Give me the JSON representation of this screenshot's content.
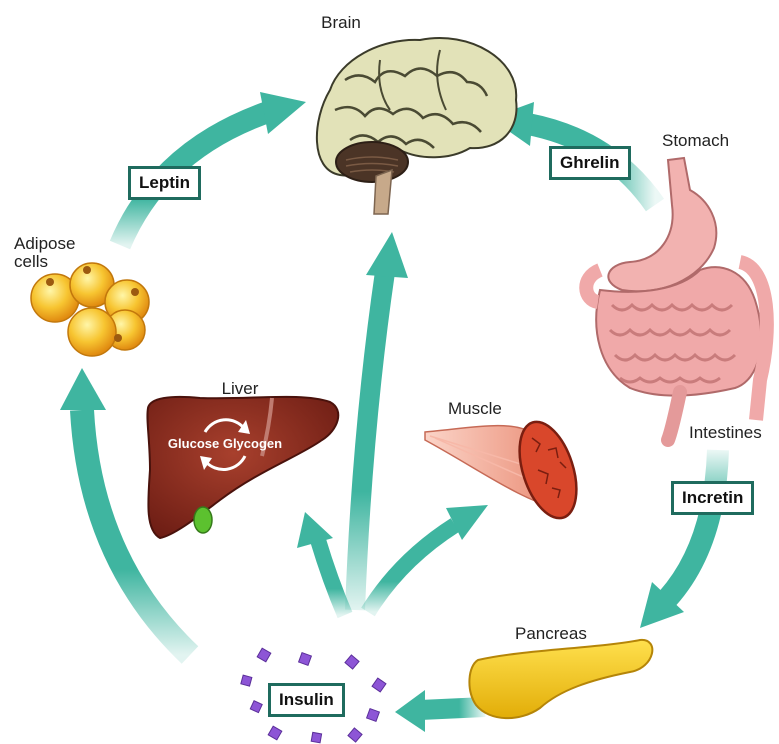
{
  "organs": {
    "brain": "Brain",
    "stomach": "Stomach",
    "intestines": "Intestines",
    "adipose_line1": "Adipose",
    "adipose_line2": "cells",
    "liver": "Liver",
    "muscle": "Muscle",
    "pancreas": "Pancreas"
  },
  "liver_cycle": "Glucose Glycogen",
  "hormones": {
    "leptin": "Leptin",
    "ghrelin": "Ghrelin",
    "incretin": "Incretin",
    "insulin": "Insulin"
  },
  "colors": {
    "arrow": "#3fb5a0",
    "box_border": "#1f6b5e",
    "brain": "#e2e2b8",
    "liver": "#8a2a1e",
    "muscle": "#d9472b",
    "pancreas": "#f4cd1a",
    "gut": "#f0a9a9",
    "adipose": "#f6b321",
    "insulin_crystal": "#8d55d6"
  }
}
